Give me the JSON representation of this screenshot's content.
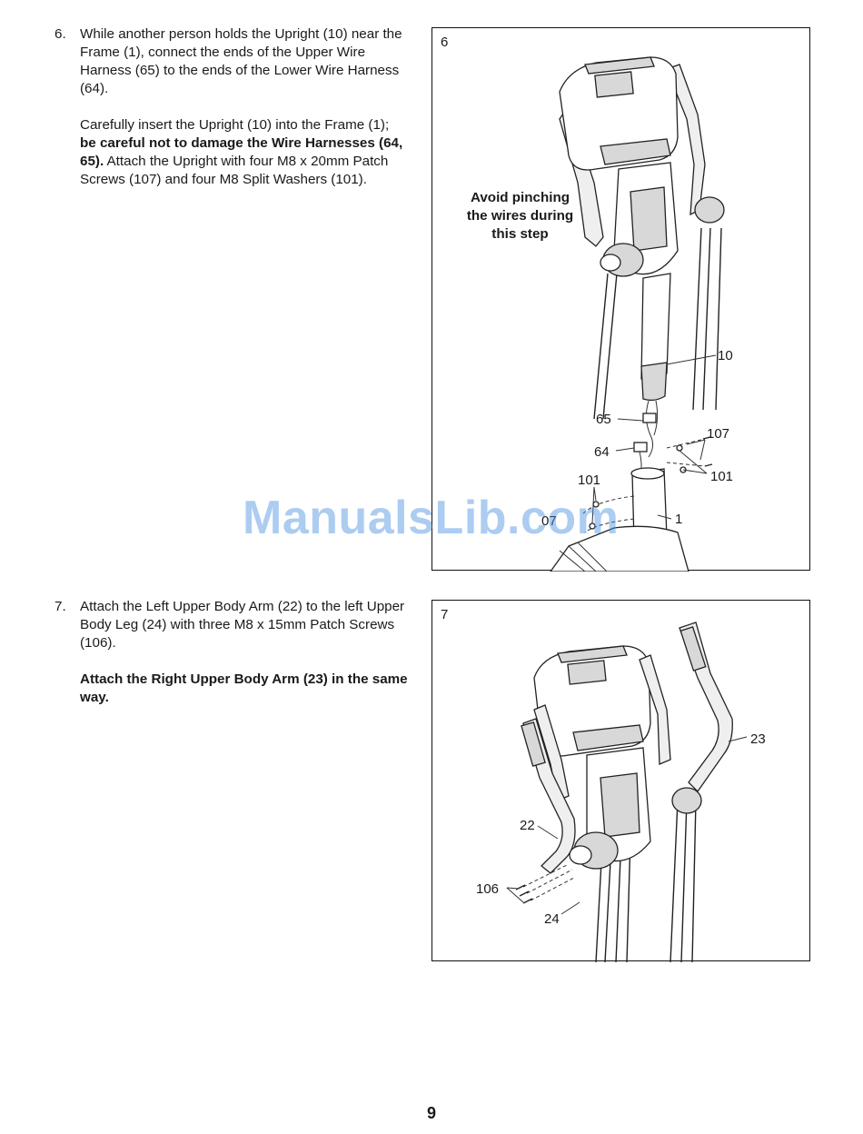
{
  "step6": {
    "number": "6.",
    "para1": "While another person holds the Upright (10) near the Frame (1), connect the ends of the Upper Wire Harness (65) to the ends of the Lower Wire Harness (64).",
    "para2_a": "Carefully insert the Upright (10) into the Frame (1); ",
    "para2_bold": "be careful not to damage the Wire Harnesses (64, 65).",
    "para2_b": " Attach the Upright with four M8 x 20mm Patch Screws (107) and four M8 Split Washers (101)."
  },
  "figure6": {
    "number": "6",
    "note_lines": [
      "Avoid pinching",
      "the wires during",
      "this step"
    ],
    "labels": {
      "upright": "10",
      "upper_harness": "65",
      "lower_harness": "64",
      "screw": "107",
      "washer_right": "101",
      "washer_left": "101",
      "screw_left_partial": "07",
      "frame": "1"
    }
  },
  "step7": {
    "number": "7.",
    "para1": "Attach the Left Upper Body Arm (22) to the left Upper Body Leg (24) with three M8 x 15mm Patch Screws (106).",
    "para2_bold": "Attach the Right Upper Body Arm (23) in the same way."
  },
  "figure7": {
    "number": "7",
    "labels": {
      "right_arm": "23",
      "left_arm": "22",
      "screws": "106",
      "leg": "24"
    }
  },
  "watermark": "ManualsLib.com",
  "page_number": "9"
}
